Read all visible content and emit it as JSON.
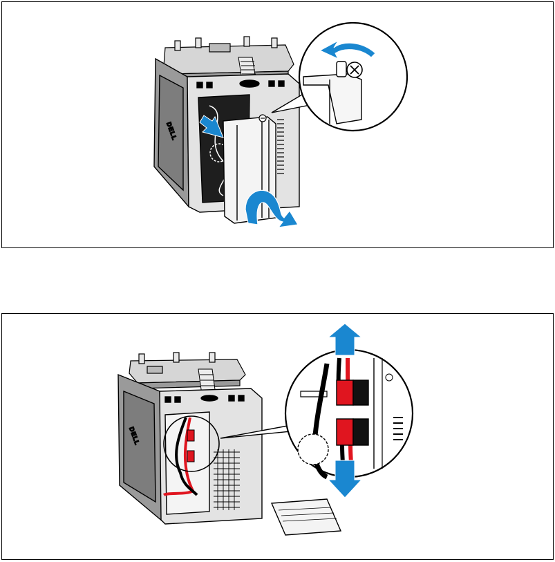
{
  "figures": [
    {
      "id": "step-remove-cover",
      "device_brand_mark": "DELL",
      "arrows": [
        {
          "name": "rotate-screw-arrow",
          "direction": "counterclockwise"
        },
        {
          "name": "push-in-arrow",
          "direction": "inward"
        },
        {
          "name": "swing-cover-arrow",
          "direction": "outward"
        }
      ]
    },
    {
      "id": "step-disconnect-battery",
      "device_brand_mark": "DELL",
      "arrows": [
        {
          "name": "pull-up-arrow",
          "direction": "up"
        },
        {
          "name": "pull-down-arrow",
          "direction": "down"
        }
      ]
    }
  ],
  "colors": {
    "arrow_blue": "#1a87d0",
    "cable_red": "#e0151f",
    "cable_black": "#000000",
    "outline": "#000000",
    "casing_gray": "#cfcfcf",
    "side_gray": "#8a8a8a"
  }
}
